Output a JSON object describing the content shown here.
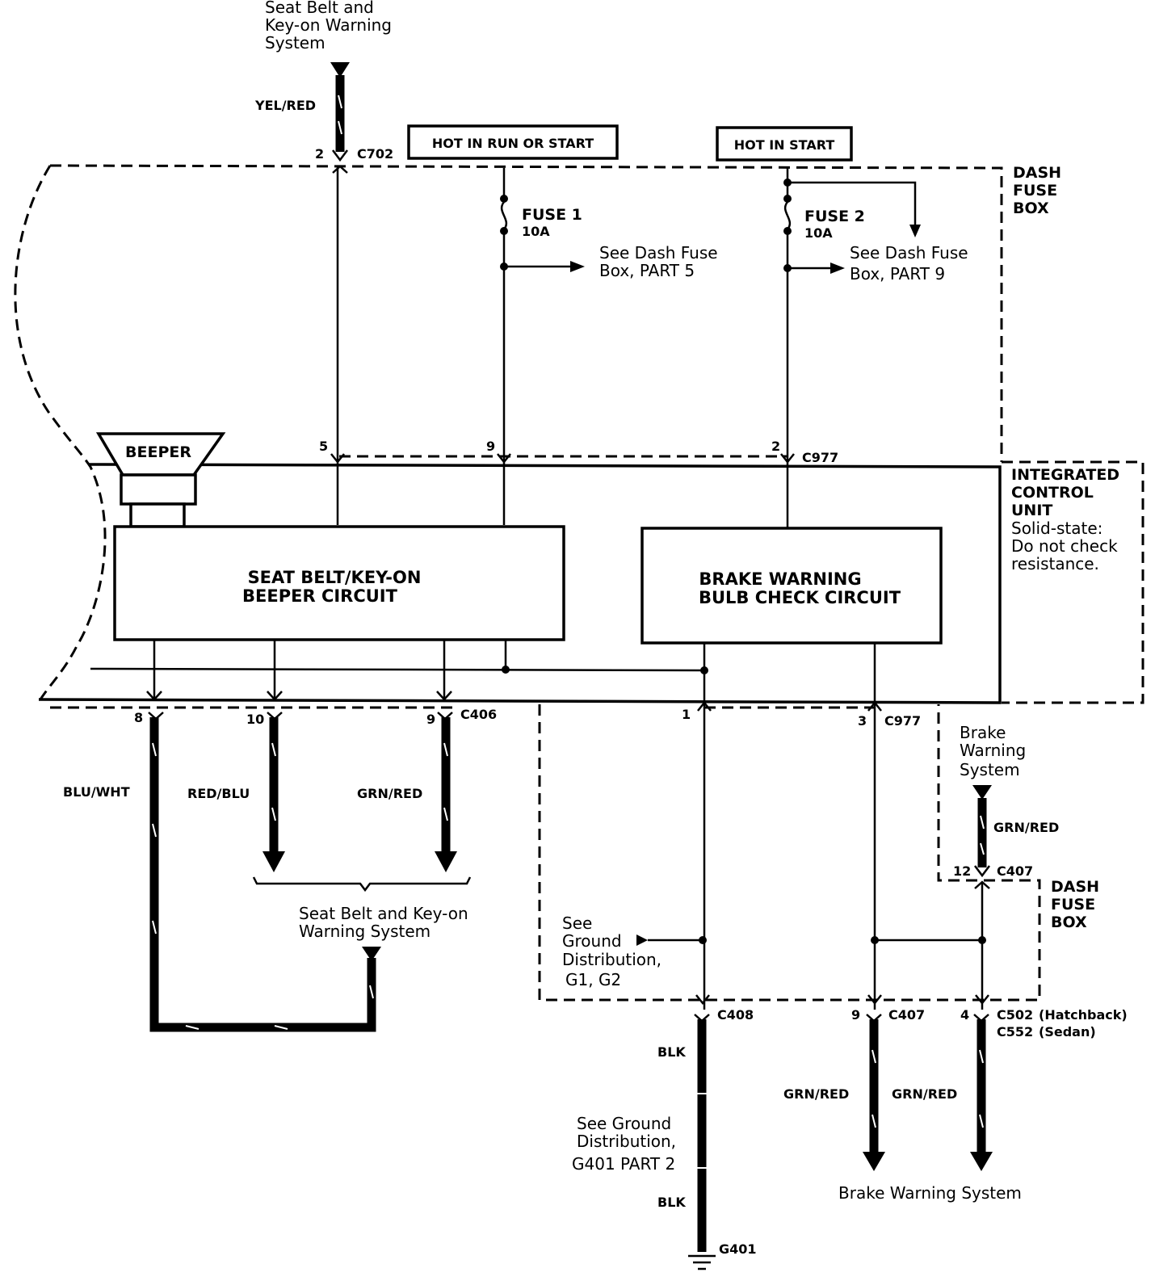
{
  "labels": {
    "seatbelt_top": [
      "Seat Belt and",
      "Key-on Warning",
      "System"
    ],
    "hot_run": "HOT IN RUN OR START",
    "hot_start": "HOT IN START",
    "dash_fuse_box_top": [
      "DASH",
      "FUSE",
      "BOX"
    ],
    "fuse1": "FUSE 1",
    "fuse1_rating": "10A",
    "fuse2": "FUSE 2",
    "fuse2_rating": "10A",
    "see_part5": [
      "See Dash Fuse",
      "Box, PART 5"
    ],
    "see_part9": [
      "See Dash Fuse",
      "Box, PART 9"
    ],
    "beeper": "BEEPER",
    "icu": [
      "INTEGRATED",
      "CONTROL",
      "UNIT"
    ],
    "icu_note": [
      "Solid-state:",
      "Do not check",
      "resistance."
    ],
    "beeper_circuit": [
      "SEAT BELT/KEY-ON",
      "BEEPER CIRCUIT"
    ],
    "brake_circuit": [
      "BRAKE WARNING",
      "BULB CHECK CIRCUIT"
    ],
    "brake_warning_right": [
      "Brake",
      "Warning",
      "System"
    ],
    "seatbelt_bottom": [
      "Seat Belt and Key-on",
      "Warning System"
    ],
    "see_ground": [
      "See",
      "Ground",
      "Distribution,",
      "G1, G2"
    ],
    "dash_fuse_box_bottom": [
      "DASH",
      "FUSE",
      "BOX"
    ],
    "see_ground_g401": [
      "See Ground",
      "Distribution,",
      "G401 PART 2"
    ],
    "brake_warning_bottom": "Brake Warning System",
    "hatchback": "(Hatchback)",
    "sedan": "(Sedan)"
  },
  "connectors": {
    "c702": "C702",
    "c977_top": "C977",
    "c406": "C406",
    "c977_bottom": "C977",
    "c407_top": "C407",
    "c408": "C408",
    "c407_bottom": "C407",
    "c502": "C502",
    "c552": "C552",
    "g401": "G401"
  },
  "pins": {
    "p2_c702": "2",
    "p5": "5",
    "p9_top": "9",
    "p2_c977": "2",
    "p8": "8",
    "p10": "10",
    "p9_c406": "9",
    "p1": "1",
    "p3": "3",
    "p12": "12",
    "p9_c407": "9",
    "p4": "4"
  },
  "wires": {
    "yel_red": "YEL/RED",
    "blu_wht": "BLU/WHT",
    "red_blu": "RED/BLU",
    "grn_red_1": "GRN/RED",
    "grn_red_2": "GRN/RED",
    "grn_red_3": "GRN/RED",
    "grn_red_4": "GRN/RED",
    "blk_1": "BLK",
    "blk_2": "BLK"
  }
}
